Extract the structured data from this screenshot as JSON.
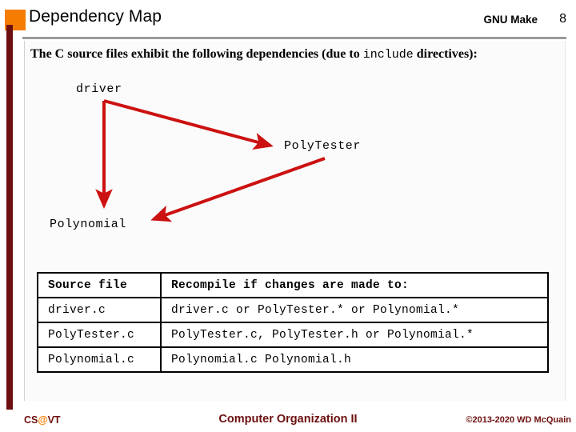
{
  "header": {
    "title": "Dependency Map",
    "topic": "GNU Make",
    "slide_number": "8",
    "accent_color": "#f57c00",
    "rule_color": "#9a9a9a"
  },
  "sidebar": {
    "accent_color": "#6d0f0f"
  },
  "body": {
    "subtitle_before": "The C source files exhibit the following dependencies (due to ",
    "subtitle_mono": "include",
    "subtitle_after": " directives):"
  },
  "diagram": {
    "arrow_color": "#cc1111",
    "nodes": [
      {
        "id": "driver",
        "label": "driver"
      },
      {
        "id": "polytester",
        "label": "PolyTester"
      },
      {
        "id": "polynomial",
        "label": "Polynomial"
      }
    ],
    "edges": [
      {
        "from": "driver",
        "to": "polytester"
      },
      {
        "from": "driver",
        "to": "polynomial"
      },
      {
        "from": "polytester",
        "to": "polynomial"
      }
    ]
  },
  "table": {
    "headers": [
      "Source file",
      "Recompile if changes are made to:"
    ],
    "rows": [
      [
        "driver.c",
        "driver.c or PolyTester.* or Polynomial.*"
      ],
      [
        "PolyTester.c",
        "PolyTester.c, PolyTester.h or Polynomial.*"
      ],
      [
        "Polynomial.c",
        "Polynomial.c Polynomial.h"
      ]
    ]
  },
  "footer": {
    "logo_prefix": "CS",
    "logo_at": "@",
    "logo_suffix": "VT",
    "course": "Computer Organization II",
    "copyright": "©2013-2020 WD McQuain",
    "text_color": "#6d0f0f"
  }
}
